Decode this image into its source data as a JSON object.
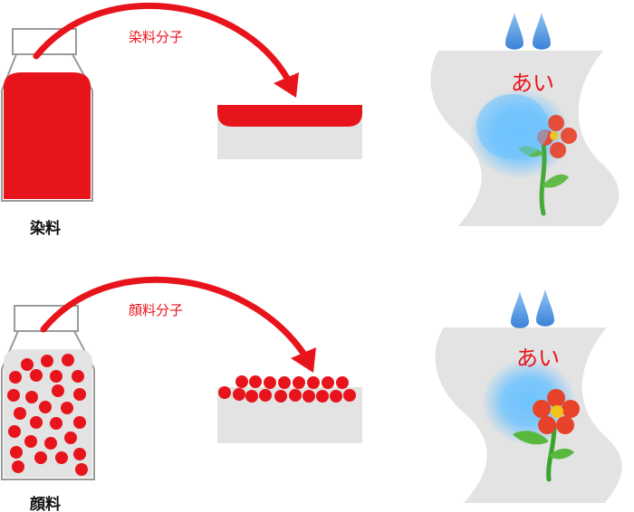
{
  "colors": {
    "red": "#e8141c",
    "gray": "#e3e3e3",
    "outline": "#9a9a9a",
    "drop": "#4a90e2",
    "glow": "#5ab4ff",
    "stem": "#3aa52e",
    "leaf": "#57b83c",
    "petal": "#e8432a",
    "center": "#f3c21a"
  },
  "dye": {
    "label": "染料",
    "arrow_label": "染料分子",
    "paper_text": "あい"
  },
  "pigment": {
    "label": "顔料",
    "arrow_label": "顔料分子",
    "paper_text": "あい"
  },
  "icons": {
    "bottle": "bottle-icon",
    "droplet": "water-drop-icon",
    "flower": "flower-icon"
  }
}
